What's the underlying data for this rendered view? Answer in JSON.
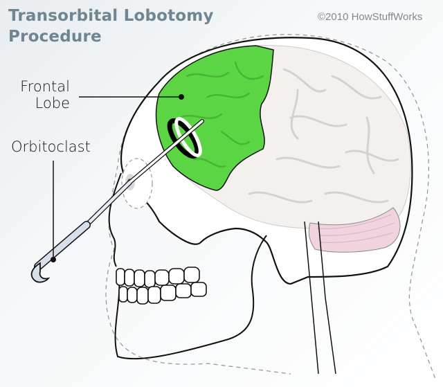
{
  "title": {
    "line1": "Transorbital Lobotomy",
    "line2": "Procedure"
  },
  "copyright": "©2010 HowStuffWorks",
  "labels": {
    "frontal_line1": "Frontal",
    "frontal_line2": "Lobe",
    "orbitoclast": "Orbitoclast"
  },
  "colors": {
    "frontal_lobe": "#5cd544",
    "brain": "#f3f0ee",
    "cerebellum": "#f0d3df",
    "title": "#6f8591",
    "outline": "#111111"
  }
}
